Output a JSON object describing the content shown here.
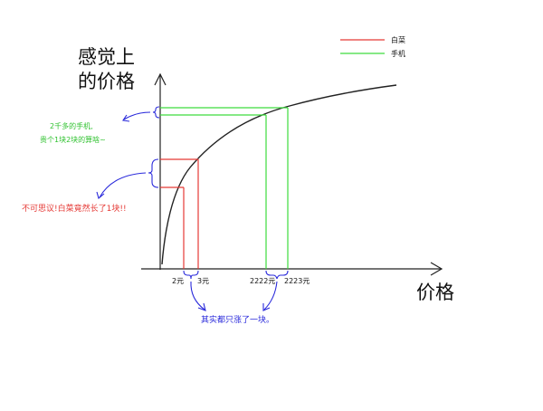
{
  "axes": {
    "y_label_line1": "感觉上",
    "y_label_line2": "的价格",
    "x_label": "价格"
  },
  "legend": {
    "items": [
      {
        "label": "白菜",
        "color": "#e53935"
      },
      {
        "label": "手机",
        "color": "#3ddc3d"
      }
    ]
  },
  "x_ticks": [
    {
      "label": "2元",
      "value": 2,
      "series": "白菜"
    },
    {
      "label": "3元",
      "value": 3,
      "series": "白菜"
    },
    {
      "label": "2222元",
      "value": 2222,
      "series": "手机"
    },
    {
      "label": "2223元",
      "value": 2223,
      "series": "手机"
    }
  ],
  "annotations": {
    "phone_line1": "2千多的手机,",
    "phone_line2": "贵个1块2块的算啥~",
    "cabbage": "不可思议!白菜竟然长了1块!!",
    "bottom": "其实都只涨了一块。"
  },
  "colors": {
    "curve": "#222222",
    "axis": "#222222",
    "cabbage": "#e53935",
    "phone": "#3ddc3d",
    "note_blue": "#2a2adb",
    "note_red": "#e53935",
    "note_green": "#2fc22f"
  }
}
